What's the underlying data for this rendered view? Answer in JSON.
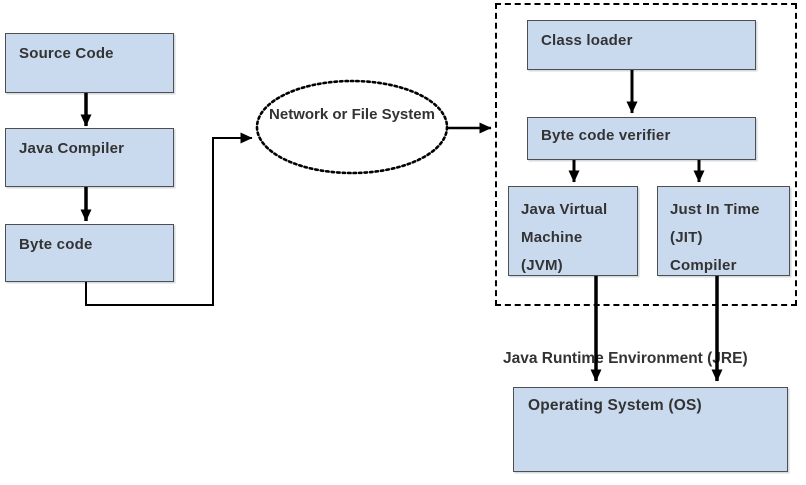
{
  "colors": {
    "box_fill": "#c9d9ee",
    "box_border": "#4f4f4f",
    "text": "#333333",
    "arrow": "#000000"
  },
  "flow": {
    "source_code": {
      "label": "Source Code"
    },
    "java_compiler": {
      "label": "Java Compiler"
    },
    "byte_code": {
      "label": "Byte code"
    }
  },
  "network_ellipse": {
    "line1": "Network or",
    "line2": "File System"
  },
  "jre_group": {
    "class_loader": {
      "label": "Class loader"
    },
    "byte_code_verifier": {
      "label": "Byte code verifier"
    },
    "jvm": {
      "lines": [
        "Java Virtual",
        "Machine",
        "(JVM)"
      ]
    },
    "jit": {
      "lines": [
        "Just In Time",
        "(JIT)",
        "Compiler"
      ]
    },
    "jre_label": "Java Runtime Environment (JRE)"
  },
  "os": {
    "label": "Operating System (OS)"
  }
}
